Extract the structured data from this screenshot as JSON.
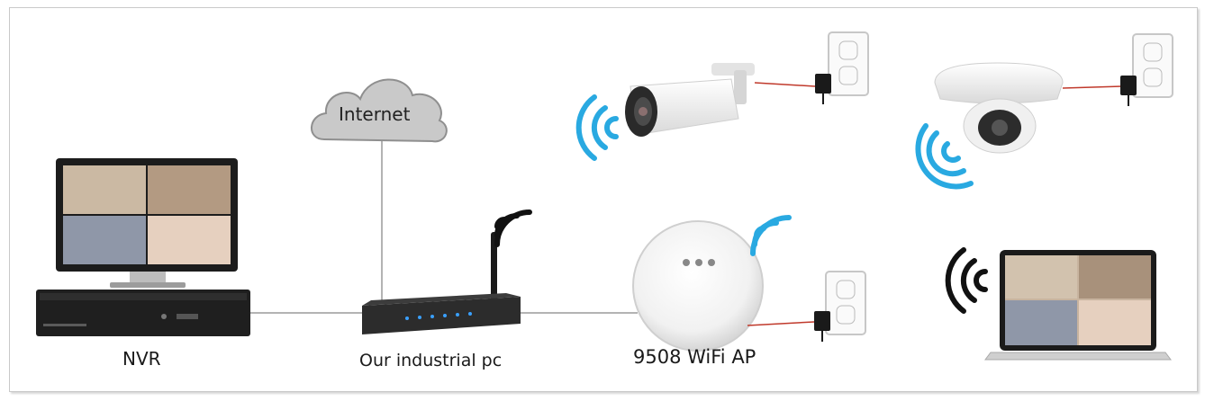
{
  "labels": {
    "internet": "Internet",
    "nvr": "NVR",
    "industrial_pc": "Our industrial pc",
    "wifi_ap": "9508 WiFi AP"
  },
  "colors": {
    "wifi_blue": "#29a9e1",
    "wifi_black": "#111111",
    "power_cable": "#c0392b",
    "network_line": "#9a9a9a",
    "cloud_fill": "#c9c9c9",
    "led_blue": "#3aa0ff"
  },
  "icons": [
    "cloud-icon",
    "wifi-signal-icon",
    "power-outlet-icon",
    "power-adapter-icon",
    "bullet-camera-icon",
    "dome-camera-icon",
    "router-icon",
    "monitor-icon",
    "laptop-icon",
    "access-point-icon"
  ]
}
